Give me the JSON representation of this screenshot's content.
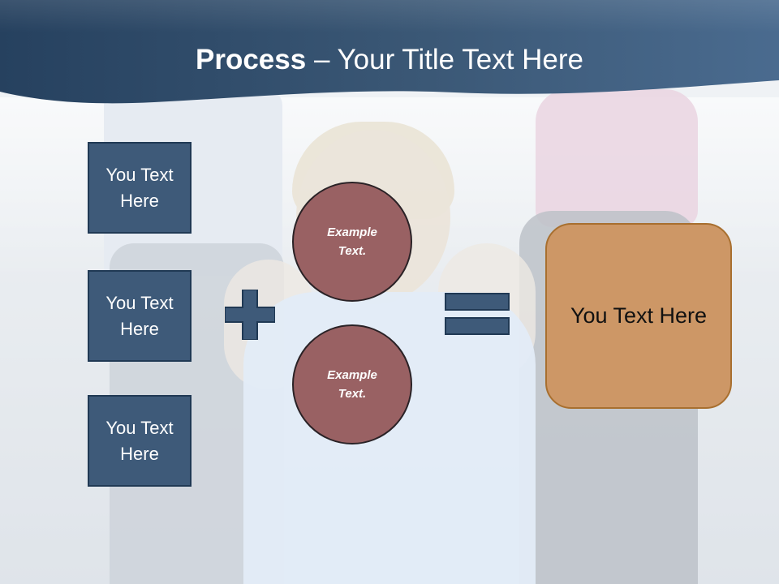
{
  "slide": {
    "title": {
      "bold": "Process",
      "separator": " – ",
      "rest": "Your Title Text Here"
    },
    "left_boxes": [
      {
        "label": "You Text Here"
      },
      {
        "label": "You Text Here"
      },
      {
        "label": "You Text Here"
      }
    ],
    "circles": [
      {
        "label": "Example Text."
      },
      {
        "label": "Example Text."
      }
    ],
    "result_box": {
      "label": "You Text Here"
    },
    "colors": {
      "header_dark": "#26415f",
      "header_mid": "#3b5876",
      "header_light": "#4a6b8f",
      "box_fill": "#3e5a79",
      "box_border": "#203954",
      "circle_fill": "#996163",
      "circle_border": "#2a2226",
      "result_fill": "#cd9766",
      "result_border": "#a86f2f",
      "operator_fill": "#3e5a79"
    },
    "icons": {
      "plus": "plus-icon",
      "equals": "equals-icon"
    }
  }
}
